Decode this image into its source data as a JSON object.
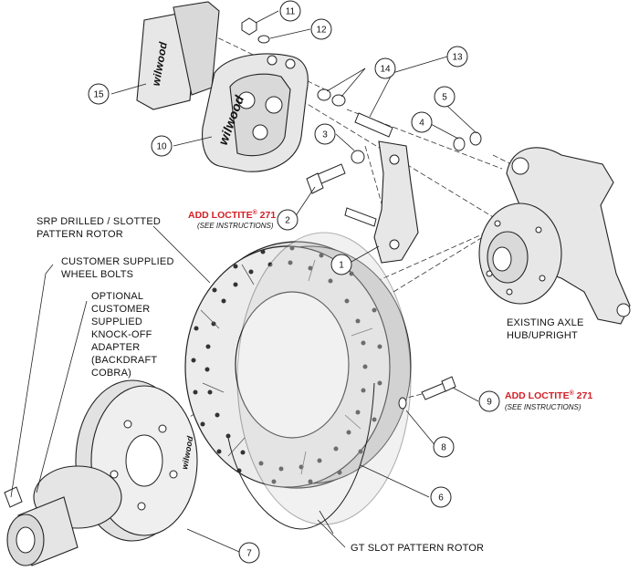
{
  "labels": {
    "srp_rotor": [
      "SRP DRILLED / SLOTTED",
      "PATTERN ROTOR"
    ],
    "wheel_bolts": [
      "CUSTOMER SUPPLIED",
      "WHEEL BOLTS"
    ],
    "knockoff": [
      "OPTIONAL",
      "CUSTOMER",
      "SUPPLIED",
      "KNOCK-OFF",
      "ADAPTER",
      "(BACKDRAFT",
      "COBRA)"
    ],
    "axle": [
      "EXISTING AXLE",
      "HUB/UPRIGHT"
    ],
    "gt_rotor": "GT SLOT PATTERN ROTOR"
  },
  "loctite": {
    "text": "ADD LOCTITE",
    "reg": "®",
    "number": " 271",
    "note": "(SEE INSTRUCTIONS)"
  },
  "brand": "wilwood",
  "callouts": {
    "c1": "1",
    "c2": "2",
    "c3": "3",
    "c4": "4",
    "c5": "5",
    "c6": "6",
    "c7": "7",
    "c8": "8",
    "c9": "9",
    "c10": "10",
    "c11": "11",
    "c12": "12",
    "c13": "13",
    "c14": "14",
    "c15": "15"
  },
  "colors": {
    "accent_red": "#d21f26",
    "line": "#222222",
    "part_fill": "#e7e7e7"
  }
}
